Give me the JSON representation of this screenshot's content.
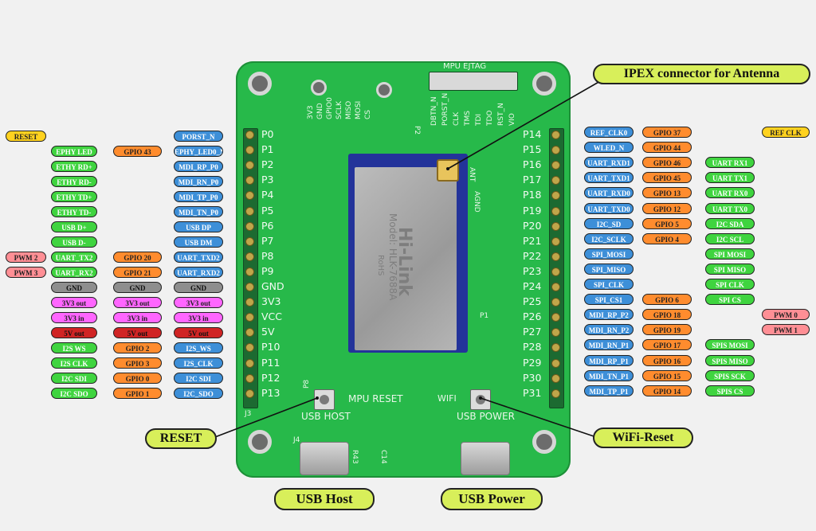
{
  "colors": {
    "green": "#3fd43f",
    "blue": "#3d8fd8",
    "orange": "#ff8c2e",
    "pink": "#ff8f95",
    "gray": "#8e8e8e",
    "magenta": "#ff66ff",
    "red": "#d02424",
    "yellow": "#ffd21f",
    "callout": "#d8ef5a",
    "board": "#27b94a"
  },
  "callouts": {
    "ipex": "IPEX  connector for Antenna",
    "reset": "RESET",
    "wifi_reset": "WiFi-Reset",
    "usb_host": "USB Host",
    "usb_power": "USB Power"
  },
  "board": {
    "mpu_ejtag": "MPU EJTAG",
    "ejtag_pins": [
      "3V3",
      "GND",
      "GPIO0",
      "SCLK",
      "MISO",
      "MOSI",
      "CS"
    ],
    "ejtag_right_pins": [
      "DBTN_N",
      "PORST_N",
      "CLK",
      "TMS",
      "TDI",
      "TDO",
      "RST_N",
      "VIO"
    ],
    "left_header": [
      "P0",
      "P1",
      "P2",
      "P3",
      "P4",
      "P5",
      "P6",
      "P7",
      "P8",
      "P9",
      "GND",
      "3V3",
      "VCC",
      "5V",
      "P10",
      "P11",
      "P12",
      "P13"
    ],
    "right_header": [
      "P14",
      "P15",
      "P16",
      "P17",
      "P18",
      "P19",
      "P20",
      "P21",
      "P22",
      "P23",
      "P24",
      "P25",
      "P26",
      "P27",
      "P28",
      "P29",
      "P30",
      "P31"
    ],
    "module_brand": "Hi-Link",
    "module_model": "Model: HLK-7688A",
    "module_rohs": "RoHS",
    "silk_mpu_reset": "MPU RESET",
    "silk_wifi": "WIFI",
    "silk_usb_host": "USB HOST",
    "silk_usb_power": "USB POWER",
    "silk_ant": "ANT",
    "silk_agnd": "AGND",
    "silk_r43": "R43",
    "silk_c14": "C14",
    "silk_p1": "P1",
    "silk_p2": "P2",
    "silk_p8": "P8",
    "silk_j3": "J3",
    "silk_j4": "J4"
  },
  "pins": {
    "left": [
      [
        "RESET"
      ],
      [
        "EPHY LED",
        "GPIO 43",
        "EPHY_LED0_N"
      ],
      [
        "ETHY RD+",
        "",
        "MDI_RP_P0"
      ],
      [
        "ETHY RD-",
        "",
        "MDI_RN_P0"
      ],
      [
        "ETHY TD+",
        "",
        "MDI_TP_P0"
      ],
      [
        "ETHY TD-",
        "",
        "MDI_TN_P0"
      ],
      [
        "USB D+",
        "",
        "USB DP"
      ],
      [
        "USB D-",
        "",
        "USB DM"
      ],
      [
        "PWM 2",
        "UART_TX2",
        "GPIO 20",
        "UART_TXD2"
      ],
      [
        "PWM 3",
        "UART_RX2",
        "GPIO 21",
        "UART_RXD2"
      ],
      [
        "GND",
        "GND",
        "GND"
      ],
      [
        "3V3 out",
        "3V3 out",
        "3V3 out"
      ],
      [
        "3V3 in",
        "3V3 in",
        "3V3 in"
      ],
      [
        "5V out",
        "5V out",
        "5V out"
      ],
      [
        "I2S WS",
        "GPIO 2",
        "I2S_WS"
      ],
      [
        "I2S CLK",
        "GPIO 3",
        "I2S_CLK"
      ],
      [
        "I2C SDI",
        "GPIO 0",
        "I2C SDI"
      ],
      [
        "I2C SDO",
        "GPIO 1",
        "I2C_SDO"
      ],
      [
        "PORST_N"
      ]
    ],
    "right": [
      [
        "REF_CLK0",
        "GPIO 37",
        "",
        "REF CLK"
      ],
      [
        "WLED_N",
        "GPIO 44"
      ],
      [
        "UART_RXD1",
        "GPIO 46",
        "UART RX1"
      ],
      [
        "UART_TXD1",
        "GPIO 45",
        "UART TX1"
      ],
      [
        "UART_RXD0",
        "GPIO 13",
        "UART RX0"
      ],
      [
        "UART_TXD0",
        "GPIO 12",
        "UART TX0"
      ],
      [
        "I2C_SD",
        "GPIO 5",
        "I2C SDA"
      ],
      [
        "I2C_SCLK",
        "GPIO 4",
        "I2C SCL"
      ],
      [
        "SPI_MOSI",
        "",
        "SPI MOSI"
      ],
      [
        "SPI_MISO",
        "",
        "SPI MISO"
      ],
      [
        "SPI_CLK",
        "",
        "SPI CLK"
      ],
      [
        "SPI_CS1",
        "GPIO 6",
        "SPI CS"
      ],
      [
        "MDI_RP_P2",
        "GPIO 18",
        "",
        "PWM 0"
      ],
      [
        "MDI_RN_P2",
        "GPIO 19",
        "",
        "PWM 1"
      ],
      [
        "MDI_RN_P1",
        "GPIO 17",
        "SPIS MOSI"
      ],
      [
        "MDI_RP_P1",
        "GPIO 16",
        "SPIS MISO"
      ],
      [
        "MDI_TN_P1",
        "GPIO 15",
        "SPIS SCK"
      ],
      [
        "MDI_TP_P1",
        "GPIO 14",
        "SPIS CS"
      ]
    ]
  }
}
